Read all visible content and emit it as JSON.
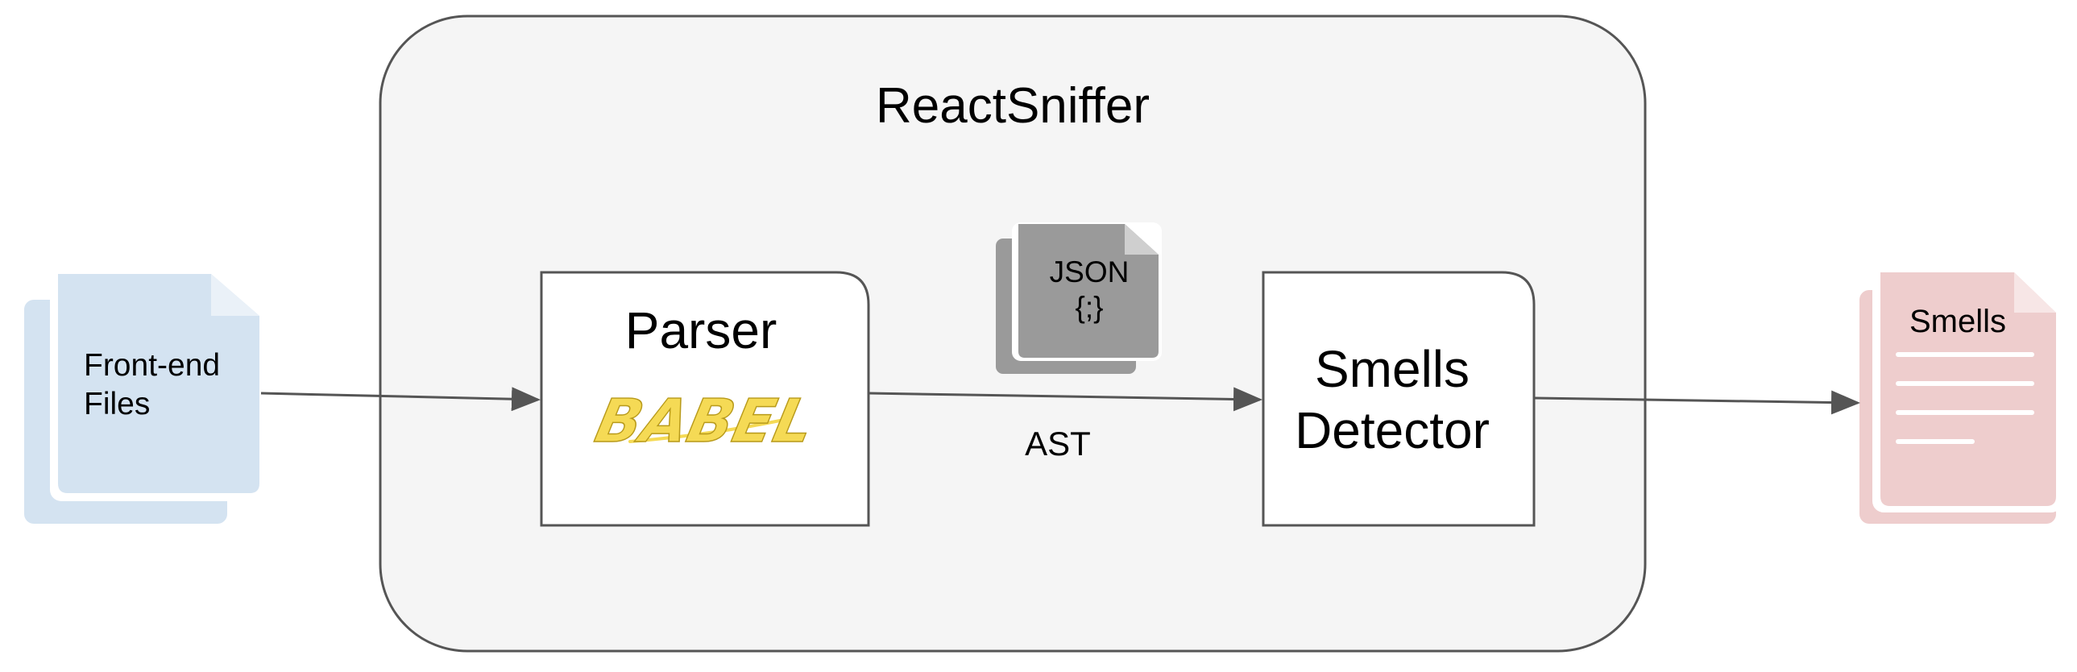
{
  "container": {
    "title": "ReactSniffer"
  },
  "input_doc": {
    "line1": "Front-end",
    "line2": "Files"
  },
  "parser": {
    "title": "Parser",
    "logo_text": "BABEL"
  },
  "json_doc": {
    "line1": "JSON",
    "line2": "{;}"
  },
  "edge_label": "AST",
  "detector": {
    "line1": "Smells",
    "line2": "Detector"
  },
  "output_doc": {
    "title": "Smells"
  },
  "colors": {
    "container_fill": "#f5f5f5",
    "container_stroke": "#555555",
    "input_doc_fill": "#d4e3f1",
    "output_doc_fill": "#eecdcd",
    "json_doc_fill": "#9a9a9a",
    "babel_logo": "#f5da55",
    "arrow": "#555555"
  }
}
